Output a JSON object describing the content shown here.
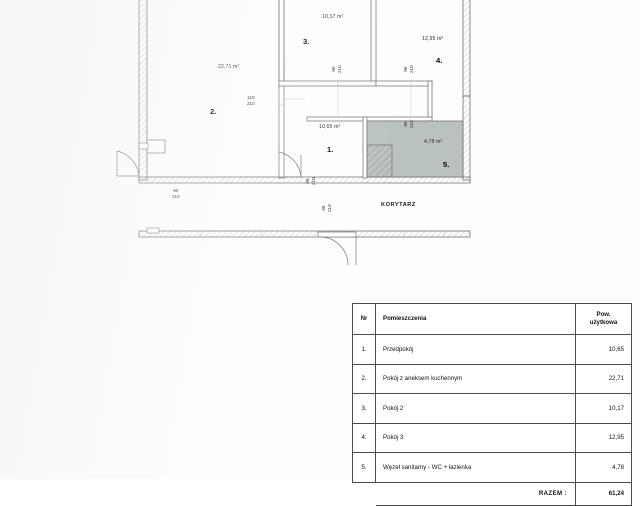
{
  "document": {
    "kind": "architectural-floor-plan",
    "corridor_label": "KORYTARZ"
  },
  "plan": {
    "rooms": [
      {
        "no": "1.",
        "area_label": "10,65 m²",
        "name": "Przedpokój"
      },
      {
        "no": "2.",
        "area_label": "22,71 m²",
        "name": "Pokój z aneksem kuchennym"
      },
      {
        "no": "3.",
        "area_label": "10,17 m²",
        "name": "Pokój 2"
      },
      {
        "no": "4.",
        "area_label": "12,95 m²",
        "name": "Pokój 3"
      },
      {
        "no": "5.",
        "area_label": "4,78 m²",
        "name": "Węzeł sanitarny - WC + łazienka"
      }
    ],
    "door_dims": [
      {
        "id": "entry-door-dim",
        "width": "90",
        "height": "210"
      },
      {
        "id": "room2-door-dim",
        "width": "110",
        "height": "210"
      },
      {
        "id": "room3-door-dim",
        "width": "90",
        "height": "210"
      },
      {
        "id": "room4-door-dim",
        "width": "90",
        "height": "210"
      },
      {
        "id": "room5-door-dim",
        "width": "90",
        "height": "210"
      },
      {
        "id": "room1-door-dim",
        "width": "90",
        "height": "210"
      },
      {
        "id": "corridor-door-dim",
        "width": "90",
        "height": "210"
      }
    ]
  },
  "table": {
    "header": {
      "nr": "Nr",
      "name": "Pomieszczenia",
      "area_line1": "Pow.",
      "area_line2": "użytkowa"
    },
    "rows": [
      {
        "nr": "1.",
        "name": "Przedpokój",
        "area": "10,65"
      },
      {
        "nr": "2.",
        "name": "Pokój z aneksem kuchennym",
        "area": "22,71"
      },
      {
        "nr": "3.",
        "name": "Pokój 2",
        "area": "10,17"
      },
      {
        "nr": "4.",
        "name": "Pokój 3",
        "area": "12,95"
      },
      {
        "nr": "5.",
        "name": "Węzeł sanitarny - WC + łazienka",
        "area": "4,78"
      }
    ],
    "total": {
      "label": "RAZEM :",
      "value": "61,24"
    }
  },
  "colors": {
    "wall": "#8a8a8a",
    "wall_dark": "#5d5d5d",
    "bathroom_fill": "#b9c2bd",
    "paper": "#ffffff",
    "ink": "#111111"
  }
}
